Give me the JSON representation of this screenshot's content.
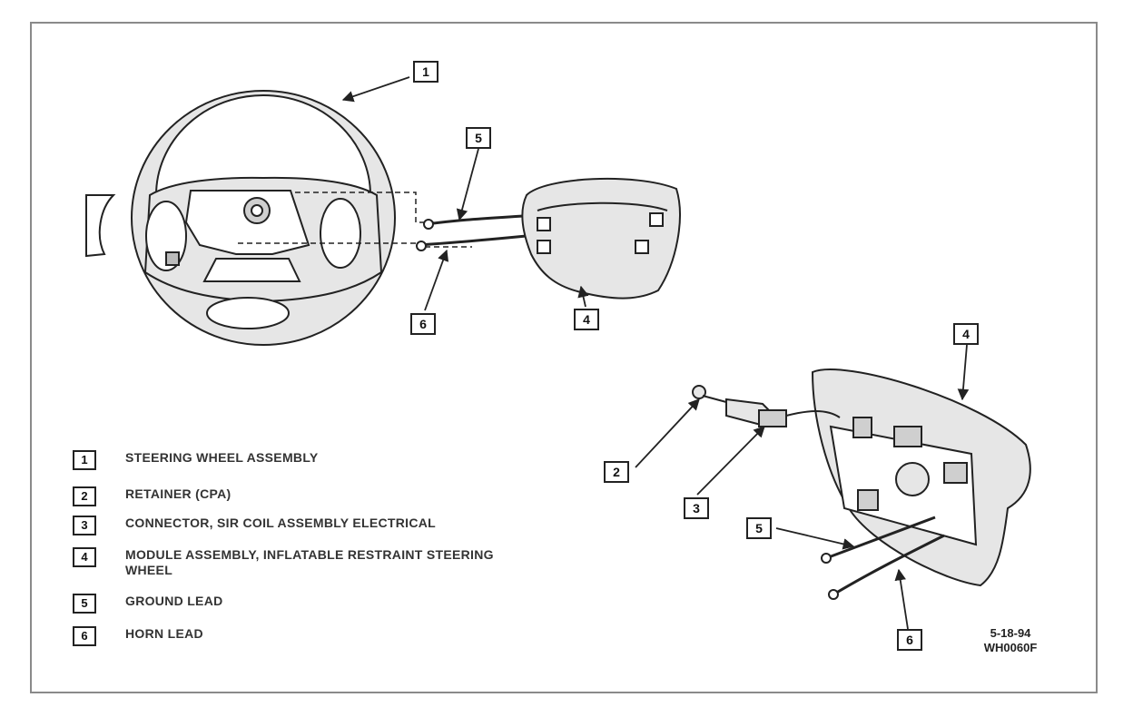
{
  "callouts": {
    "wheel_1": "1",
    "wheel_5": "5",
    "wheel_6": "6",
    "wheel_4": "4",
    "module_4": "4",
    "module_2": "2",
    "module_3": "3",
    "module_5": "5",
    "module_6": "6"
  },
  "legend": [
    {
      "num": "1",
      "text": "STEERING WHEEL ASSEMBLY"
    },
    {
      "num": "2",
      "text": "RETAINER (CPA)"
    },
    {
      "num": "3",
      "text": "CONNECTOR, SIR COIL ASSEMBLY ELECTRICAL"
    },
    {
      "num": "4",
      "text": "MODULE ASSEMBLY, INFLATABLE RESTRAINT STEERING WHEEL"
    },
    {
      "num": "5",
      "text": "GROUND LEAD"
    },
    {
      "num": "6",
      "text": "HORN LEAD"
    }
  ],
  "figure_code": {
    "date": "5-18-94",
    "id": "WH0060F"
  },
  "colors": {
    "ink": "#222222",
    "frame": "#8a8a8a",
    "fill": "#e6e6e6"
  }
}
